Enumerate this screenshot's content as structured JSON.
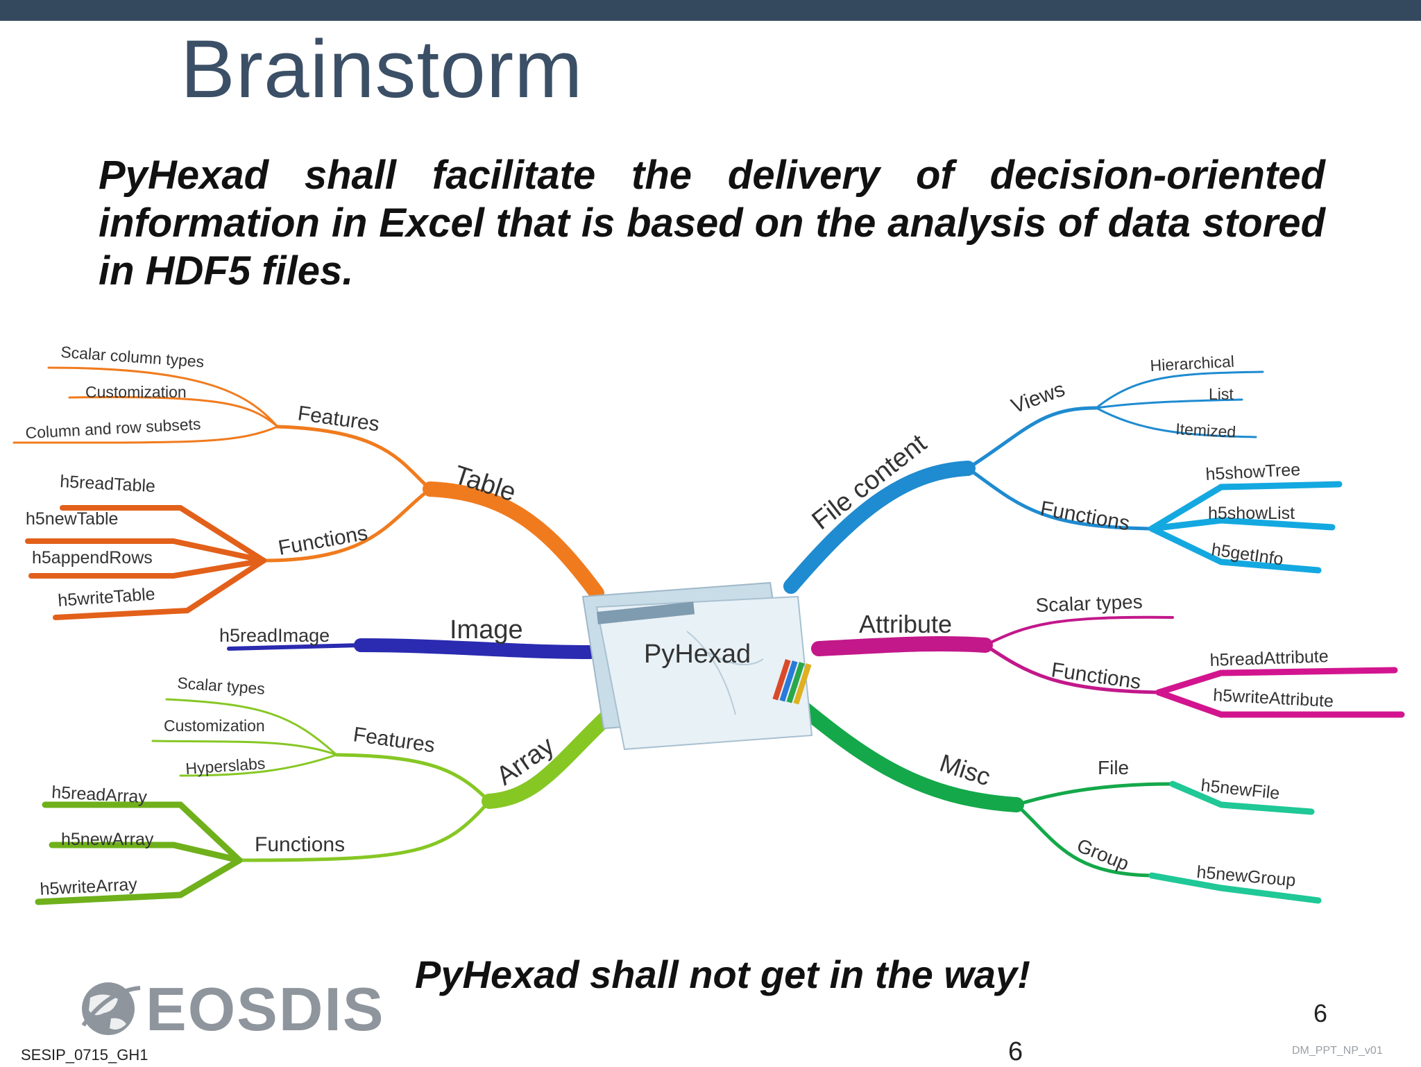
{
  "slide": {
    "title": "Brainstorm",
    "statement": "PyHexad shall facilitate the delivery of decision-oriented information in Excel that is based on the analysis of data stored in HDF5 files.",
    "tagline": "PyHexad shall not get in the way!",
    "logo_text": "EOSDIS",
    "page_number": "6",
    "page_number_bottom": "6",
    "footer_left": "SESIP_0715_GH1",
    "footer_right": "DM_PPT_NP_v01"
  },
  "mindmap": {
    "center": "PyHexad",
    "colors": {
      "table": "#f07b1e",
      "image": "#2a2bb0",
      "array": "#86c724",
      "file_content": "#1f8bd0",
      "attribute": "#c2188a",
      "misc": "#14a84a"
    },
    "table": {
      "label": "Table",
      "features": {
        "label": "Features",
        "items": [
          "Scalar column types",
          "Customization",
          "Column and row subsets"
        ]
      },
      "functions": {
        "label": "Functions",
        "items": [
          "h5readTable",
          "h5newTable",
          "h5appendRows",
          "h5writeTable"
        ]
      }
    },
    "image": {
      "label": "Image",
      "items": [
        "h5readImage"
      ]
    },
    "array": {
      "label": "Array",
      "features": {
        "label": "Features",
        "items": [
          "Scalar types",
          "Customization",
          "Hyperslabs"
        ]
      },
      "functions": {
        "label": "Functions",
        "items": [
          "h5readArray",
          "h5newArray",
          "h5writeArray"
        ]
      }
    },
    "file_content": {
      "label": "File content",
      "views": {
        "label": "Views",
        "items": [
          "Hierarchical",
          "List",
          "Itemized"
        ]
      },
      "functions": {
        "label": "Functions",
        "items": [
          "h5showTree",
          "h5showList",
          "h5getInfo"
        ]
      }
    },
    "attribute": {
      "label": "Attribute",
      "scalar_types": "Scalar types",
      "functions": {
        "label": "Functions",
        "items": [
          "h5readAttribute",
          "h5writeAttribute"
        ]
      }
    },
    "misc": {
      "label": "Misc",
      "file": {
        "label": "File",
        "items": [
          "h5newFile"
        ]
      },
      "group": {
        "label": "Group",
        "items": [
          "h5newGroup"
        ]
      }
    }
  }
}
